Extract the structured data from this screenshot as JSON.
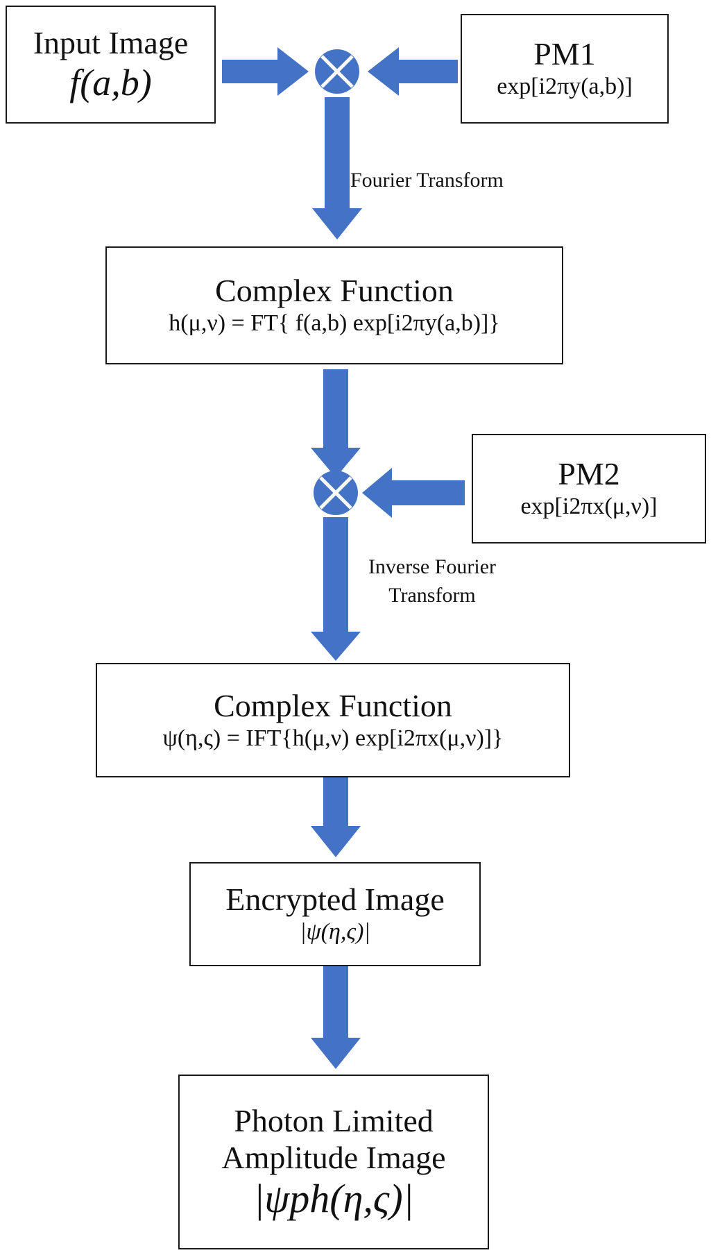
{
  "boxes": {
    "input_image": {
      "title": "Input Image",
      "expr": "f(a,b)"
    },
    "pm1": {
      "title": "PM1",
      "expr": "exp[i2πy(a,b)]"
    },
    "complex_function_1": {
      "title": "Complex Function",
      "expr": "h(μ,ν) = FT{ f(a,b) exp[i2πy(a,b)]}"
    },
    "pm2": {
      "title": "PM2",
      "expr": "exp[i2πx(μ,ν)]"
    },
    "complex_function_2": {
      "title": "Complex Function",
      "expr": "ψ(η,ς) = IFT{h(μ,ν) exp[i2πx(μ,ν)]}"
    },
    "encrypted_image": {
      "title": "Encrypted Image",
      "expr": "|ψ(η,ς)|"
    },
    "photon_limited": {
      "title_line1": "Photon Limited",
      "title_line2": "Amplitude Image",
      "expr": "|ψph(η,ς)|"
    }
  },
  "edge_labels": {
    "fourier_transform": "Fourier Transform",
    "inverse_fourier_line1": "Inverse Fourier",
    "inverse_fourier_line2": "Transform"
  },
  "colors": {
    "arrow": "#4472C4",
    "multiplier": "#4472C4",
    "border": "#1a1a1a"
  },
  "icons": {
    "multiplier": "circled-times"
  }
}
